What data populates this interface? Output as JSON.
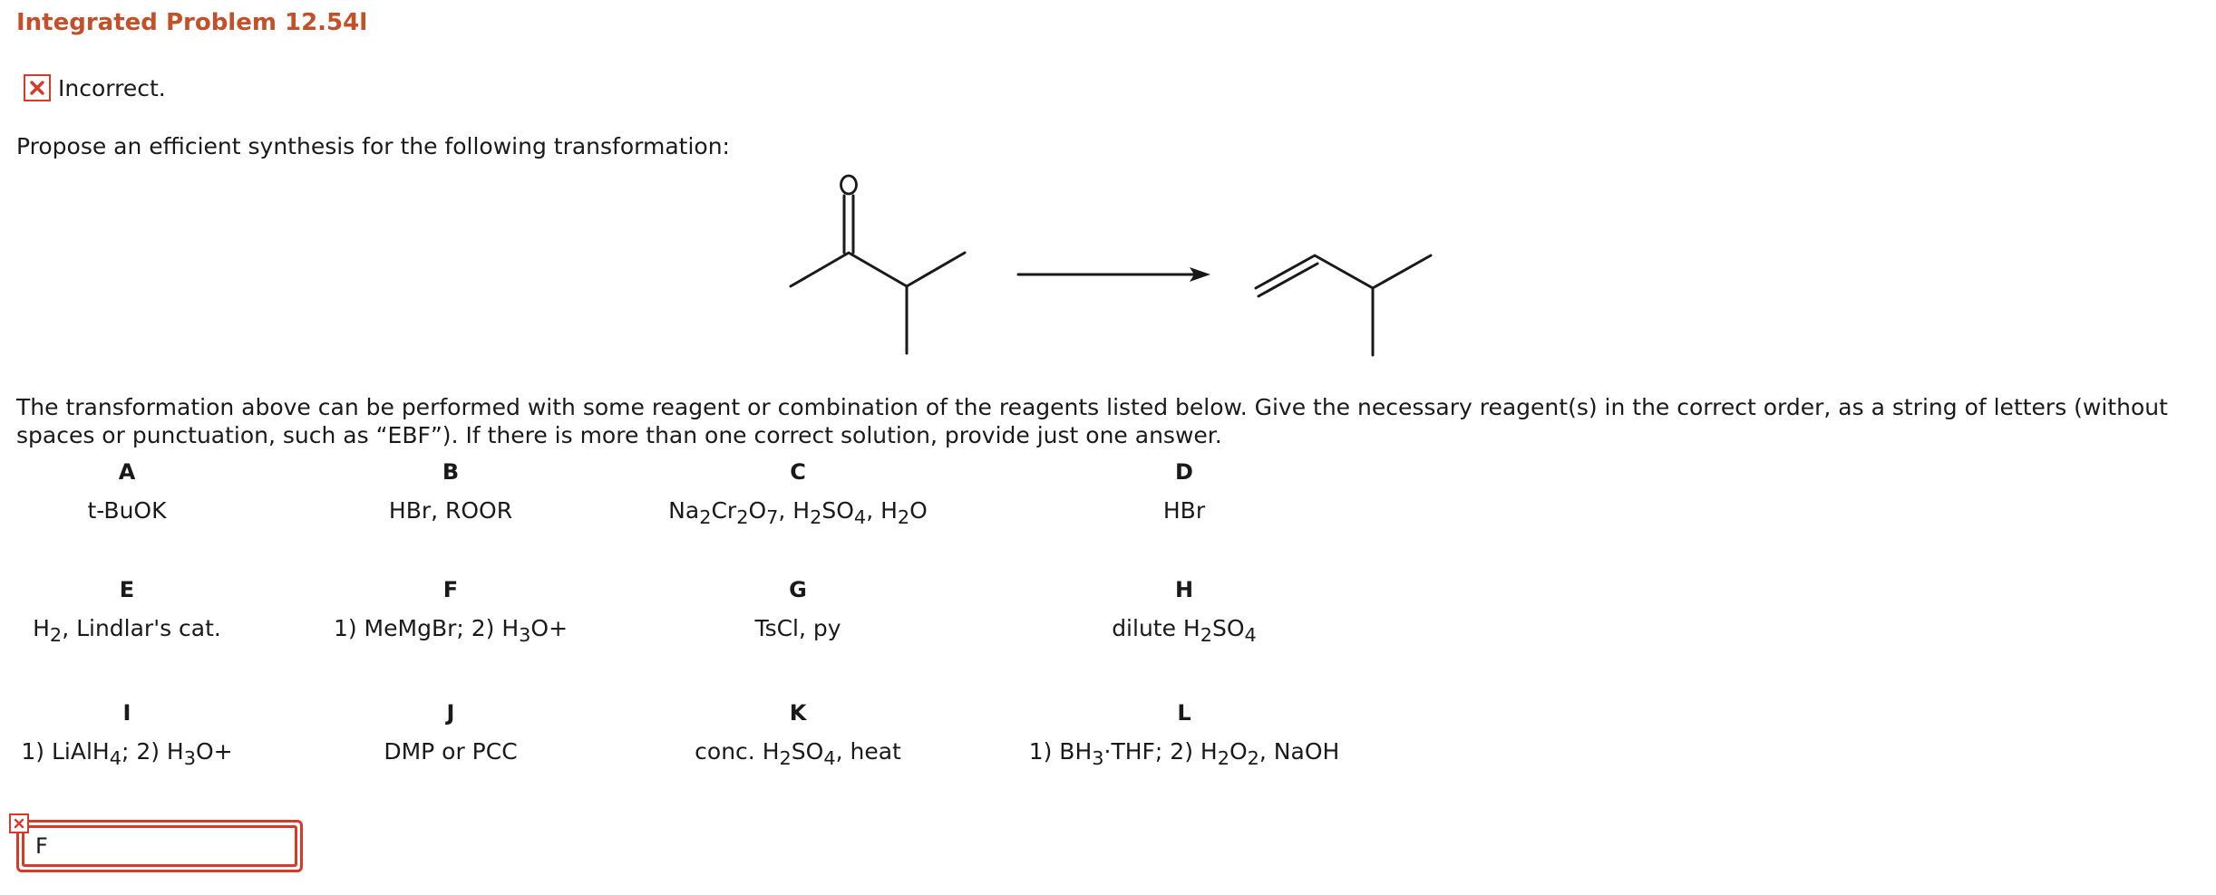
{
  "title": "Integrated Problem 12.54l",
  "status": {
    "icon": "x-mark-icon",
    "label": "Incorrect.",
    "color": "#d83a2a"
  },
  "prompt": "Propose an efficient synthesis for the following transformation:",
  "scheme": {
    "reactant": "3-methyl-2-butanone skeletal structure",
    "product": "3-methyl-1-butene skeletal structure",
    "arrow": "reaction-arrow"
  },
  "instructions": "The transformation above can be performed with some reagent or combination of the reagents listed below. Give the necessary reagent(s) in the correct order, as a string of letters (without spaces or punctuation, such as “EBF”). If there is more than one correct solution, provide just one answer.",
  "reagents": [
    {
      "letter": "A",
      "html": "t-BuOK"
    },
    {
      "letter": "B",
      "html": "HBr, ROOR"
    },
    {
      "letter": "C",
      "html": "Na<sub>2</sub>Cr<sub>2</sub>O<sub>7</sub>, H<sub>2</sub>SO<sub>4</sub>, H<sub>2</sub>O"
    },
    {
      "letter": "D",
      "html": "HBr"
    },
    {
      "letter": "E",
      "html": "H<sub>2</sub>, Lindlar's cat."
    },
    {
      "letter": "F",
      "html": "1) MeMgBr; 2) H<sub>3</sub>O+"
    },
    {
      "letter": "G",
      "html": "TsCl, py"
    },
    {
      "letter": "H",
      "html": "dilute H<sub>2</sub>SO<sub>4</sub>"
    },
    {
      "letter": "I",
      "html": "1) LiAlH<sub>4</sub>; 2) H<sub>3</sub>O+"
    },
    {
      "letter": "J",
      "html": "DMP or PCC"
    },
    {
      "letter": "K",
      "html": "conc. H<sub>2</sub>SO<sub>4</sub>, heat"
    },
    {
      "letter": "L",
      "html": "1) BH<sub>3</sub>·THF; 2) H<sub>2</sub>O<sub>2</sub>, NaOH"
    }
  ],
  "answer": {
    "value": "F",
    "status_icon": "x-mark-icon"
  }
}
